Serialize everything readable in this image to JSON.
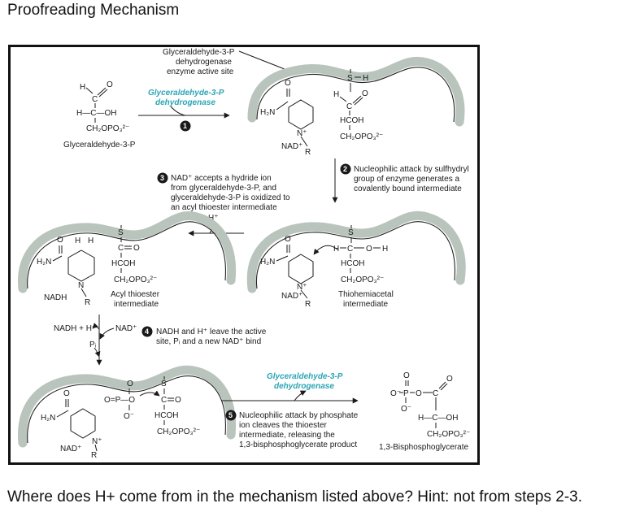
{
  "heading": "Proofreading Mechanism",
  "question": "Where does H+ come from in the mechanism listed above? Hint: not from steps 2-3.",
  "diagram": {
    "enzyme_active_site_label": [
      "Glyceraldehyde-3-P",
      "dehydrogenase",
      "enzyme active site"
    ],
    "enzyme_name": [
      "Glyceraldehyde-3-P",
      "dehydrogenase"
    ],
    "molecules": {
      "g3p": "Glyceraldehyde-3-P",
      "thiohemiacetal": [
        "Thiohemiacetal",
        "intermediate"
      ],
      "acyl_thioester": [
        "Acyl thioester",
        "intermediate"
      ],
      "bpg": "1,3-Bisphosphoglycerate",
      "nad_plus": "NAD⁺",
      "nadh": "NADH"
    },
    "chem": {
      "h": "H",
      "c": "C",
      "o": "O",
      "s": "S",
      "n_plus": "N⁺",
      "r": "R",
      "n": "N",
      "h_c_oh": "H—C—OH",
      "hcoh": "HCOH",
      "ch2opo3": "CH₂OPO₃²⁻",
      "h2n": "H₂N",
      "o_minus": "O⁻",
      "o_p": "O=P—O",
      "p": "P",
      "h_plus": "H⁺",
      "pi": "Pᵢ"
    },
    "steps": {
      "s1": "1",
      "s2": {
        "num": "2",
        "lines": [
          "Nucleophilic attack by sulfhydryl",
          "group of enzyme generates a",
          "covalently bound intermediate"
        ]
      },
      "s3": {
        "num": "3",
        "lines": [
          "NAD⁺ accepts a hydride ion",
          "from glyceraldehyde-3-P, and",
          "glyceraldehyde-3-P is oxidized to",
          "an acyl thioester intermediate"
        ]
      },
      "s4": {
        "num": "4",
        "lines": [
          "NADH and H⁺ leave the active",
          "site, Pᵢ and a new NAD⁺ bind"
        ]
      },
      "s5": {
        "num": "5",
        "lines": [
          "Nucleophilic attack by phosphate",
          "ion cleaves the thioester",
          "intermediate, releasing the",
          "1,3-bisphosphoglycerate product"
        ]
      }
    },
    "side_labels": {
      "nadh_h": "NADH + H⁺",
      "nad_in": "NAD⁺",
      "pi_in": "Pᵢ",
      "h_out": "H⁺"
    }
  }
}
